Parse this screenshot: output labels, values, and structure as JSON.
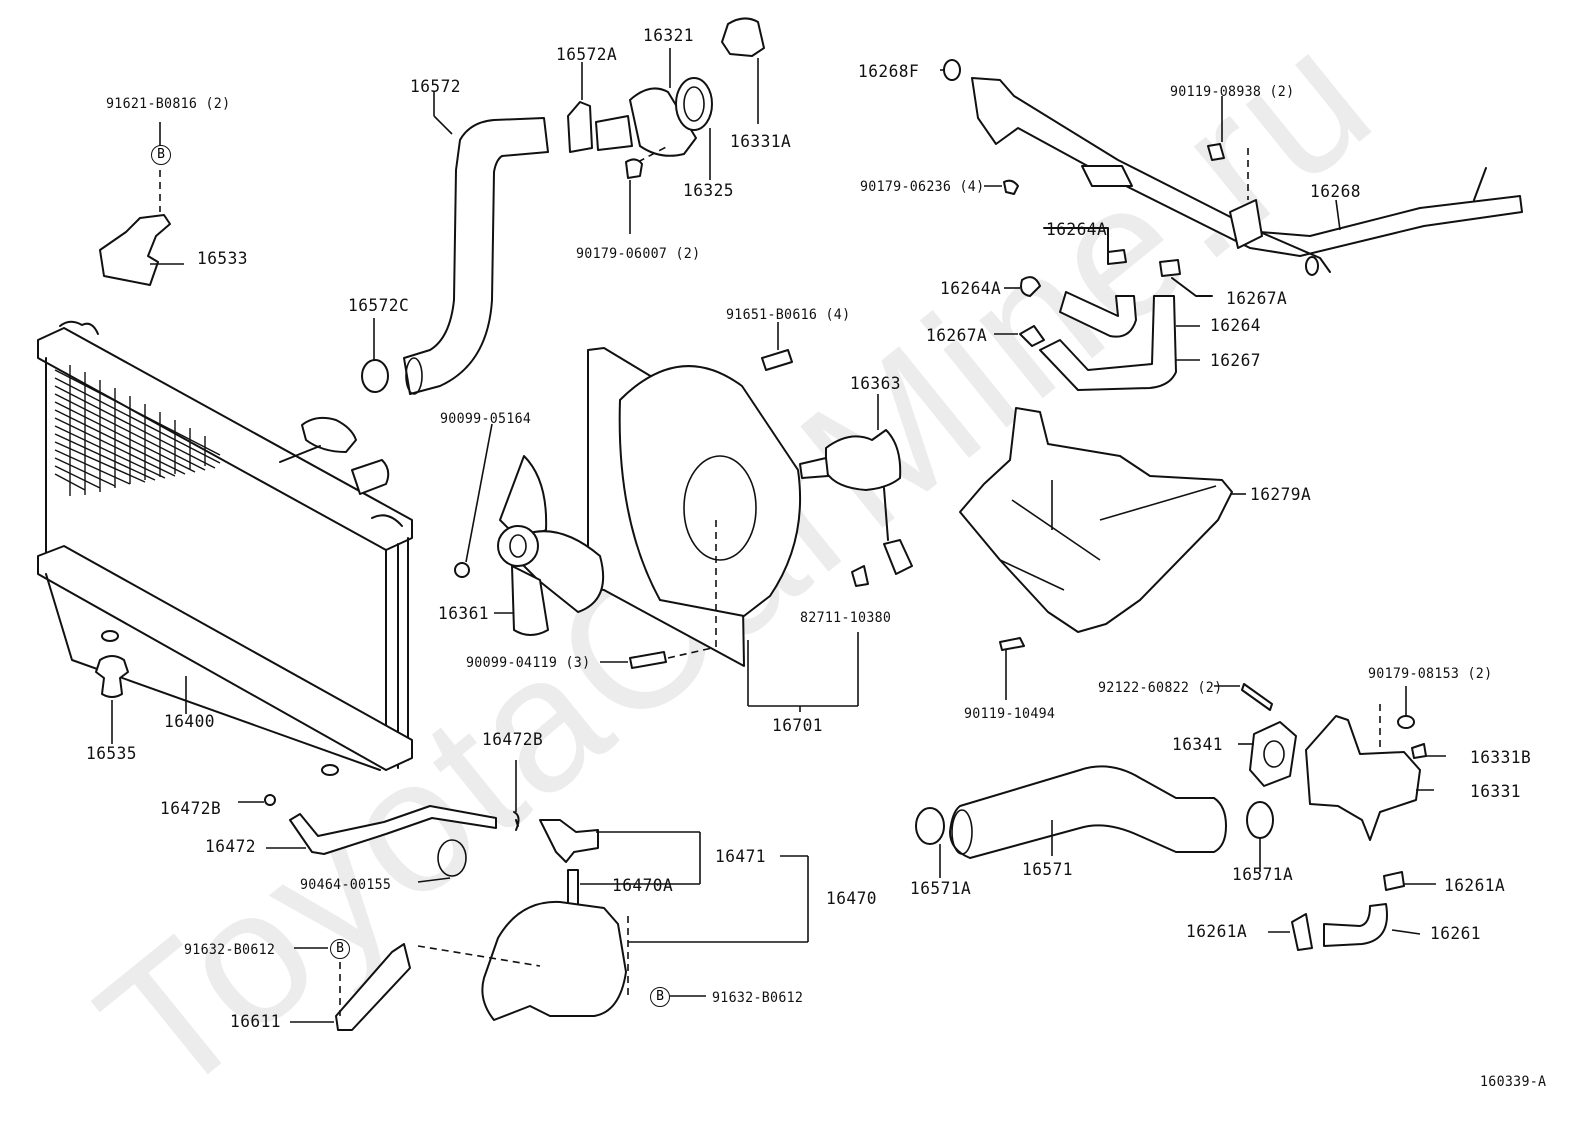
{
  "diagram": {
    "title_code": "160339-A",
    "watermark": "ToyotaCarMine.ru",
    "callout_symbol": "B",
    "labels": [
      {
        "id": "91621-B0816-2",
        "text": "91621-B0816 (2)",
        "part": "bolt-clip"
      },
      {
        "id": "16533",
        "text": "16533",
        "part": "radiator-support-bracket"
      },
      {
        "id": "16572",
        "text": "16572",
        "part": "upper-radiator-hose"
      },
      {
        "id": "16572A",
        "text": "16572A",
        "part": "hose-clamp"
      },
      {
        "id": "16321",
        "text": "16321",
        "part": "water-inlet"
      },
      {
        "id": "16331A",
        "text": "16331A",
        "part": "thermostat"
      },
      {
        "id": "16325",
        "text": "16325",
        "part": "thermostat-gasket"
      },
      {
        "id": "90179-06007-2",
        "text": "90179-06007 (2)",
        "part": "nut"
      },
      {
        "id": "16572C",
        "text": "16572C",
        "part": "hose-clamp"
      },
      {
        "id": "16268F",
        "text": "16268F",
        "part": "o-ring"
      },
      {
        "id": "90119-08938-2",
        "text": "90119-08938 (2)",
        "part": "bolt"
      },
      {
        "id": "90179-06236-4",
        "text": "90179-06236 (4)",
        "part": "nut"
      },
      {
        "id": "16268",
        "text": "16268",
        "part": "water-bypass-pipe"
      },
      {
        "id": "16264A-1",
        "text": "16264A",
        "part": "hose-clamp"
      },
      {
        "id": "16264A-2",
        "text": "16264A",
        "part": "hose-clamp"
      },
      {
        "id": "16267A-1",
        "text": "16267A",
        "part": "hose-clamp"
      },
      {
        "id": "16267A-2",
        "text": "16267A",
        "part": "hose-clamp"
      },
      {
        "id": "16264",
        "text": "16264",
        "part": "water-bypass-hose"
      },
      {
        "id": "16267",
        "text": "16267",
        "part": "water-bypass-hose"
      },
      {
        "id": "91651-B0616-4",
        "text": "91651-B0616 (4)",
        "part": "bolt"
      },
      {
        "id": "16363",
        "text": "16363",
        "part": "fan-motor"
      },
      {
        "id": "90099-05164",
        "text": "90099-05164",
        "part": "fan-nut"
      },
      {
        "id": "16361",
        "text": "16361",
        "part": "fan"
      },
      {
        "id": "82711-10380",
        "text": "82711-10380",
        "part": "wire-clamp"
      },
      {
        "id": "90099-04119-3",
        "text": "90099-04119 (3)",
        "part": "bolt"
      },
      {
        "id": "16701",
        "text": "16701",
        "part": "fan-shroud-assembly"
      },
      {
        "id": "16279A",
        "text": "16279A",
        "part": "engine-under-cover"
      },
      {
        "id": "90119-10494",
        "text": "90119-10494",
        "part": "bolt"
      },
      {
        "id": "92122-60822-2",
        "text": "92122-60822 (2)",
        "part": "stud-bolt"
      },
      {
        "id": "90179-08153-2",
        "text": "90179-08153 (2)",
        "part": "nut"
      },
      {
        "id": "16341",
        "text": "16341",
        "part": "water-outlet-gasket"
      },
      {
        "id": "16331B",
        "text": "16331B",
        "part": "plug"
      },
      {
        "id": "16331",
        "text": "16331",
        "part": "water-outlet"
      },
      {
        "id": "16571",
        "text": "16571",
        "part": "lower-radiator-hose"
      },
      {
        "id": "16571A-1",
        "text": "16571A",
        "part": "hose-clamp"
      },
      {
        "id": "16571A-2",
        "text": "16571A",
        "part": "hose-clamp"
      },
      {
        "id": "16261A-1",
        "text": "16261A",
        "part": "hose-clamp"
      },
      {
        "id": "16261A-2",
        "text": "16261A",
        "part": "hose-clamp"
      },
      {
        "id": "16261",
        "text": "16261",
        "part": "water-hose"
      },
      {
        "id": "16400",
        "text": "16400",
        "part": "radiator"
      },
      {
        "id": "16535",
        "text": "16535",
        "part": "radiator-cushion"
      },
      {
        "id": "16472B-1",
        "text": "16472B",
        "part": "hose-clip"
      },
      {
        "id": "16472B-2",
        "text": "16472B",
        "part": "hose-clip"
      },
      {
        "id": "16472",
        "text": "16472",
        "part": "reserve-tank-hose"
      },
      {
        "id": "90464-00155",
        "text": "90464-00155",
        "part": "hose-clamp"
      },
      {
        "id": "16471",
        "text": "16471",
        "part": "reserve-tank-cap"
      },
      {
        "id": "16470A",
        "text": "16470A",
        "part": "reserve-tank-pipe"
      },
      {
        "id": "16470",
        "text": "16470",
        "part": "reserve-tank-assembly"
      },
      {
        "id": "91632-B0612-1",
        "text": "91632-B0612",
        "part": "bolt"
      },
      {
        "id": "91632-B0612-2",
        "text": "91632-B0612",
        "part": "bolt"
      },
      {
        "id": "16611",
        "text": "16611",
        "part": "reserve-tank-bracket"
      }
    ]
  }
}
